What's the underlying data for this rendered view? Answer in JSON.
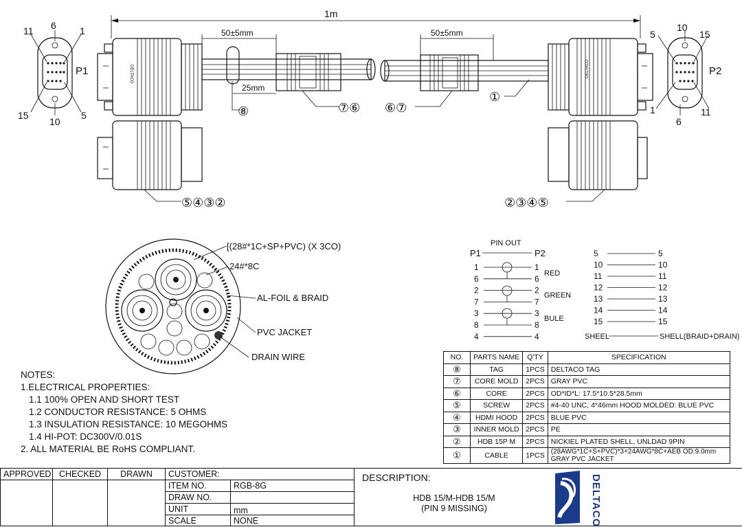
{
  "drawing": {
    "length_label": "1m",
    "dim_a": "50±5mm",
    "dim_b": "50±5mm",
    "dim_c": "25mm",
    "connector_left_label": "P1",
    "connector_right_label": "P2",
    "tag_text": "DELTACO",
    "left_pins": {
      "p11": "11",
      "p6": "6",
      "p1": "1",
      "p15": "15",
      "p10": "10",
      "p5": "5"
    },
    "right_pins": {
      "p5": "5",
      "p10": "10",
      "p15": "15",
      "p1": "1",
      "p6": "6",
      "p11": "11"
    },
    "callouts": {
      "c8": "⑧",
      "c76": "⑦⑥",
      "c67": "⑥⑦",
      "c1": "①",
      "c5432": "⑤④③②",
      "c2345": "②③④⑤"
    }
  },
  "cross_section": {
    "label1": "[(28#*1C+SP+PVC) (X 3CO)",
    "label2": "24#*8C",
    "label3": "AL-FOIL & BRAID",
    "label4": "PVC JACKET",
    "label5": "DRAIN WIRE"
  },
  "pinout": {
    "title": "PIN OUT",
    "p1": "P1",
    "p2": "P2",
    "left_rows": [
      {
        "a": "1",
        "b": "1"
      },
      {
        "a": "6",
        "b": "6"
      },
      {
        "a": "2",
        "b": "2"
      },
      {
        "a": "7",
        "b": "7"
      },
      {
        "a": "3",
        "b": "3"
      },
      {
        "a": "8",
        "b": "8"
      },
      {
        "a": "4",
        "b": "4"
      }
    ],
    "colors": {
      "red": "RED",
      "green": "GREEN",
      "blue": "BULE"
    },
    "right_rows": [
      {
        "a": "5",
        "b": "5"
      },
      {
        "a": "10",
        "b": "10"
      },
      {
        "a": "11",
        "b": "11"
      },
      {
        "a": "12",
        "b": "12"
      },
      {
        "a": "13",
        "b": "13"
      },
      {
        "a": "14",
        "b": "14"
      },
      {
        "a": "15",
        "b": "15"
      }
    ],
    "shell_a": "SHEEL",
    "shell_b": "SHELL(BRAID+DRAIN)"
  },
  "notes": {
    "title": "NOTES:",
    "lines": [
      "1.ELECTRICAL PROPERTIES:",
      "1.1 100% OPEN AND SHORT TEST",
      "1.2 CONDUCTOR RESISTANCE: 5 OHMS",
      "1.3 INSULATION RESISTANCE: 10 MEGOHMS",
      "1.4 HI-POT: DC300V/0.01S",
      "2. ALL MATERIAL BE RoHS COMPLIANT."
    ]
  },
  "parts_table": {
    "headers": {
      "no": "NO.",
      "name": "PARTS NAME",
      "qty": "Q'TY",
      "spec": "SPECIFICATION"
    },
    "rows": [
      {
        "no": "⑧",
        "name": "TAG",
        "qty": "1PCS",
        "spec": "DELTACO TAG"
      },
      {
        "no": "⑦",
        "name": "CORE MOLD",
        "qty": "2PCS",
        "spec": "GRAY PVC"
      },
      {
        "no": "⑥",
        "name": "CORE",
        "qty": "2PCS",
        "spec": "OD*ID*L: 17.5*10.5*28.5mm"
      },
      {
        "no": "⑤",
        "name": "SCREW",
        "qty": "2PCS",
        "spec": "#4-40 UNC, 4*46mm HOOD MOLDED: BLUE PVC"
      },
      {
        "no": "④",
        "name": "HDMI HOOD",
        "qty": "2PCS",
        "spec": "BLUE PVC"
      },
      {
        "no": "③",
        "name": "INNER MOLD",
        "qty": "2PCS",
        "spec": "PE"
      },
      {
        "no": "②",
        "name": "HDB 15P M",
        "qty": "2PCS",
        "spec": "NICKIEL PLATED SHELL, UNLDAD 9PIN"
      },
      {
        "no": "①",
        "name": "CABLE",
        "qty": "1PCS",
        "spec": "(28AWG*1C+S+PVC)*3+24AWG*8C+AEB    OD:9.0mm",
        "spec2": "GRAY PVC JACKET"
      }
    ]
  },
  "title_block": {
    "approved": "APPROVED",
    "checked": "CHECKED",
    "drawn": "DRAWN",
    "customer": "CUSTOMER:",
    "item_no": "ITEM NO.",
    "item_no_val": "RGB-8G",
    "draw_no": "DRAW NO.",
    "unit": "UNIT",
    "unit_val": "mm",
    "scale": "SCALE",
    "scale_val": "NONE",
    "description_label": "DESCRIPTION:",
    "description_l1": "HDB 15/M-HDB 15/M",
    "description_l2": "(PIN 9 MISSING)",
    "logo": "DELTACO",
    "brand_color": "#1a3a8a"
  }
}
